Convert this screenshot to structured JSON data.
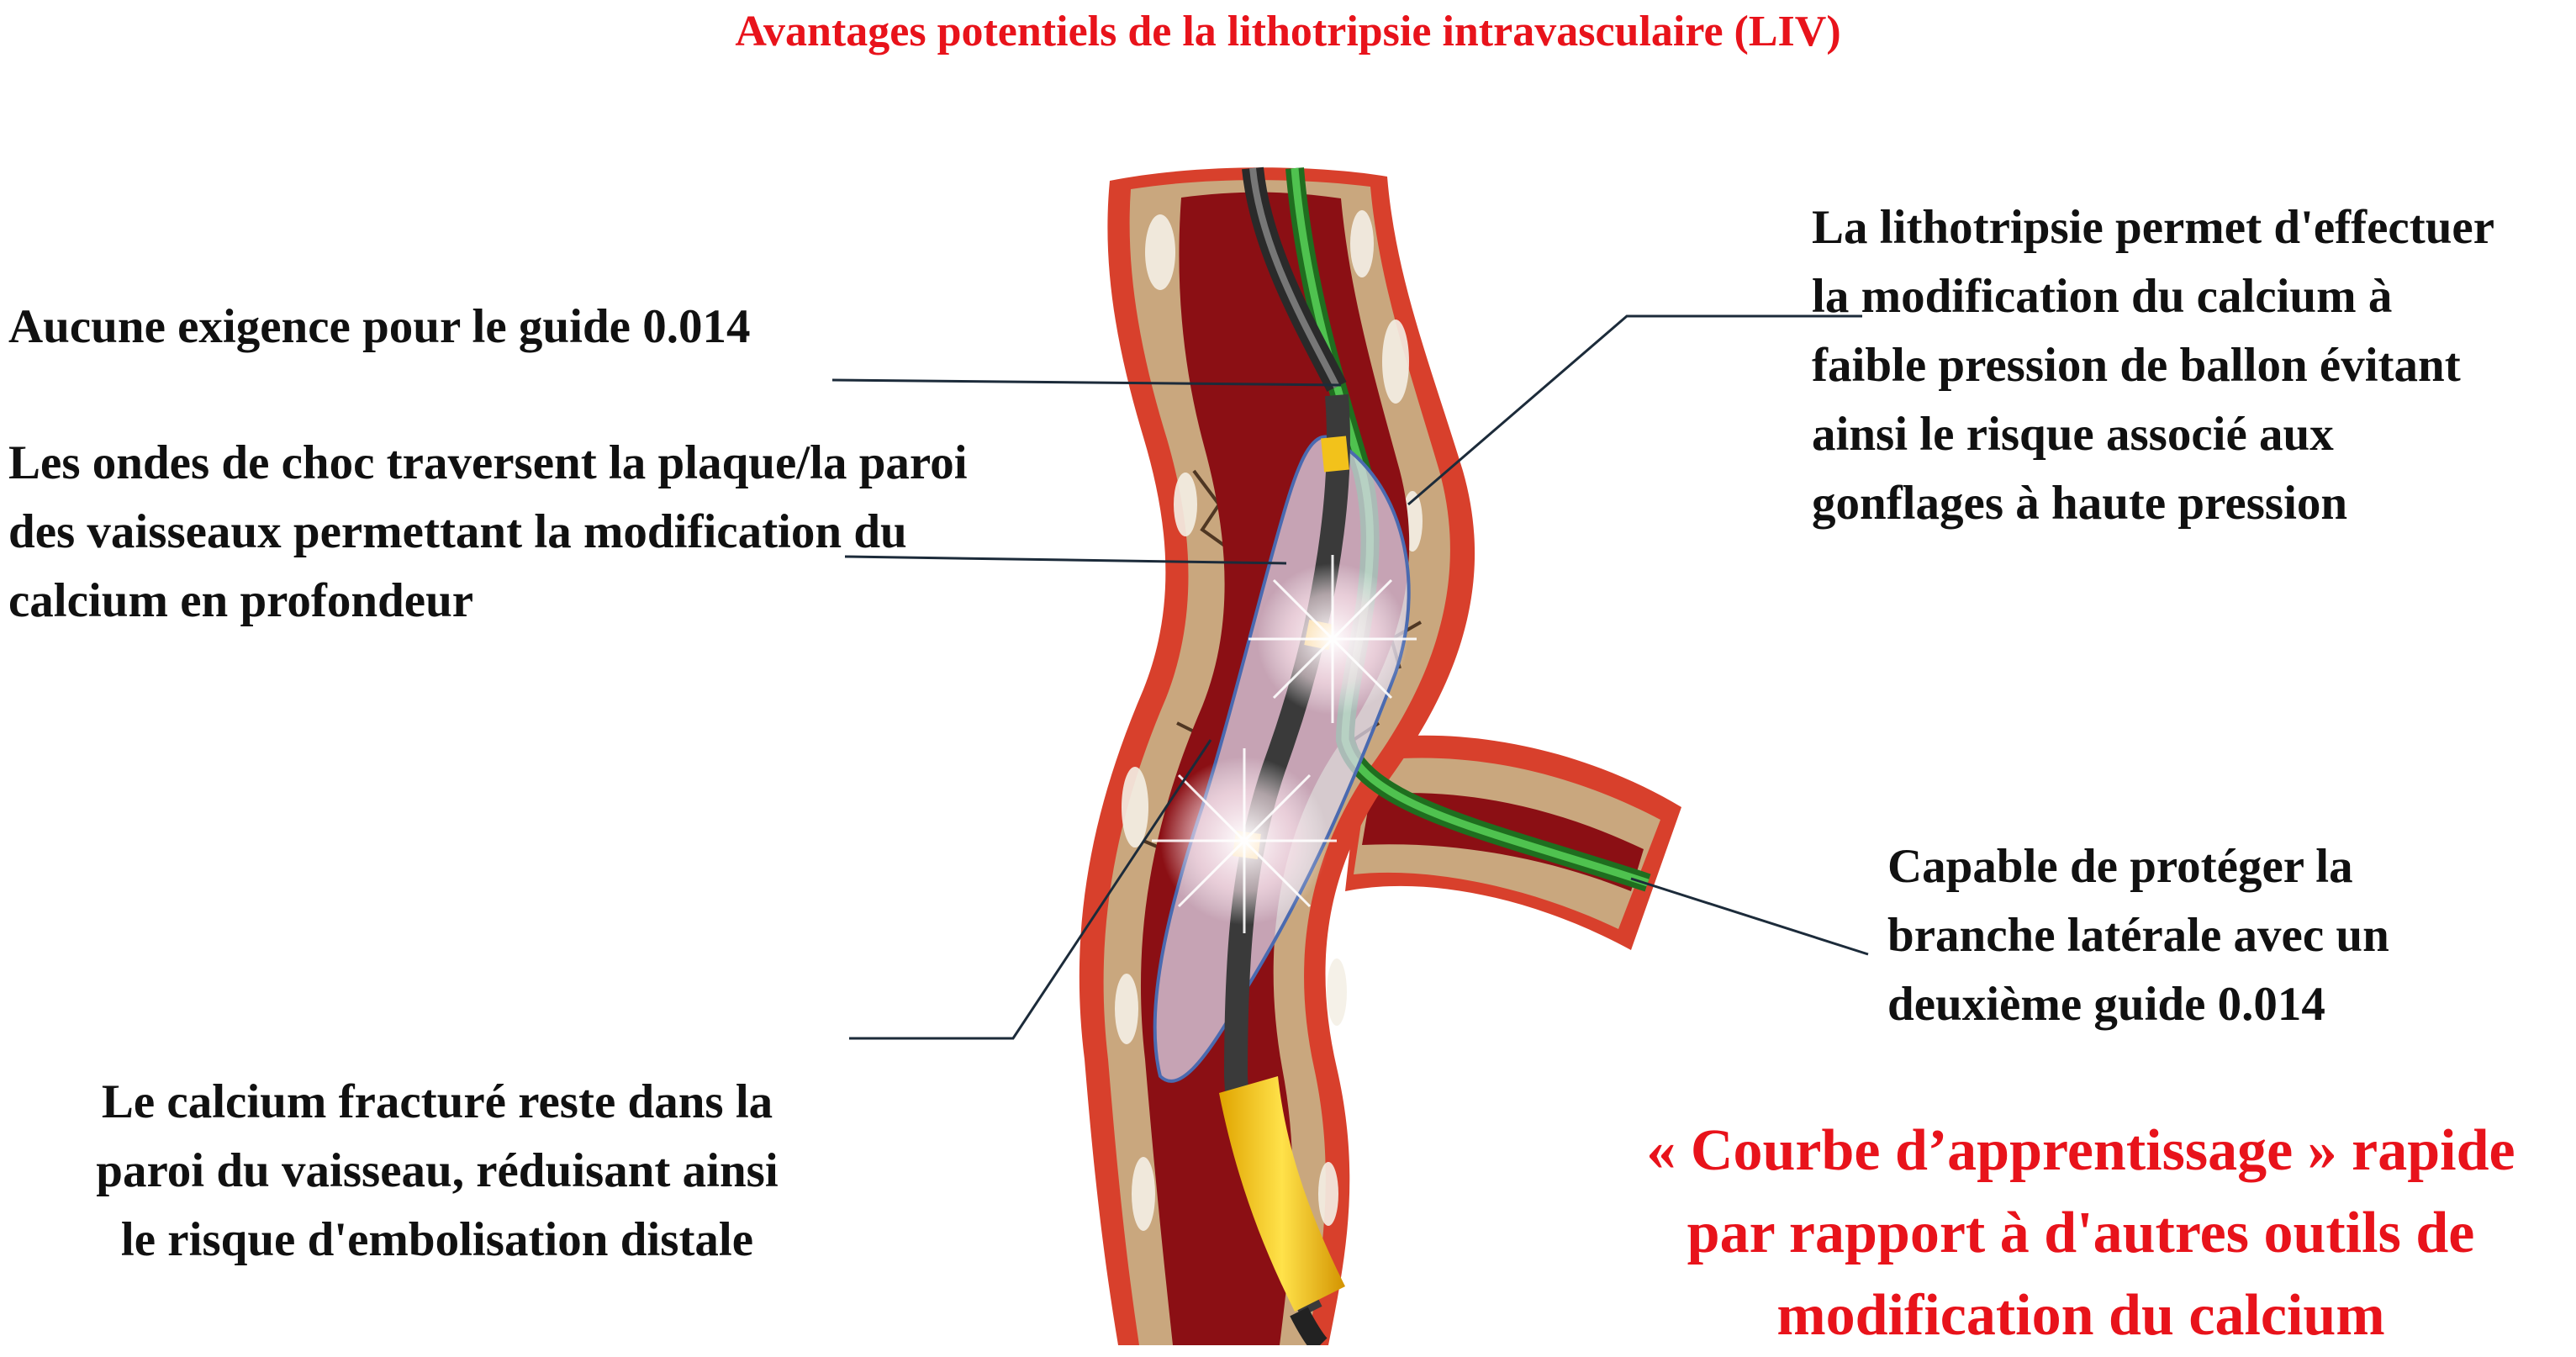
{
  "title": "Avantages potentiels de la lithotripsie intravasculaire (LIV)",
  "labels": {
    "guide_requirement": "Aucune exigence pour le guide 0.014",
    "shockwaves": "Les ondes de choc traversent la plaque/la paroi\ndes vaisseaux permettant la modification du\ncalcium en profondeur",
    "fractured_calcium": "Le calcium fracturé reste dans la\nparoi du vaisseau, réduisant ainsi\nle risque d'embolisation distale",
    "low_pressure": "La lithotripsie permet d'effectuer\nla modification du calcium à\nfaible pression de ballon évitant\nainsi le risque associé aux\ngonflages à haute pression",
    "side_branch": "Capable de protéger la\nbranche latérale avec un\ndeuxième guide 0.014",
    "learning_curve": "« Courbe d’apprentissage » rapide\npar rapport à d'autres outils de\nmodification du calcium"
  },
  "colors": {
    "title_red": "#e8131b",
    "vessel_outer": "#d8402c",
    "vessel_lumen": "#8b0f14",
    "plaque": "#c9a77e",
    "guidewire_green": "#2e9a2e",
    "catheter_yellow": "#f2c21b",
    "balloon": "#d9d6ea"
  }
}
